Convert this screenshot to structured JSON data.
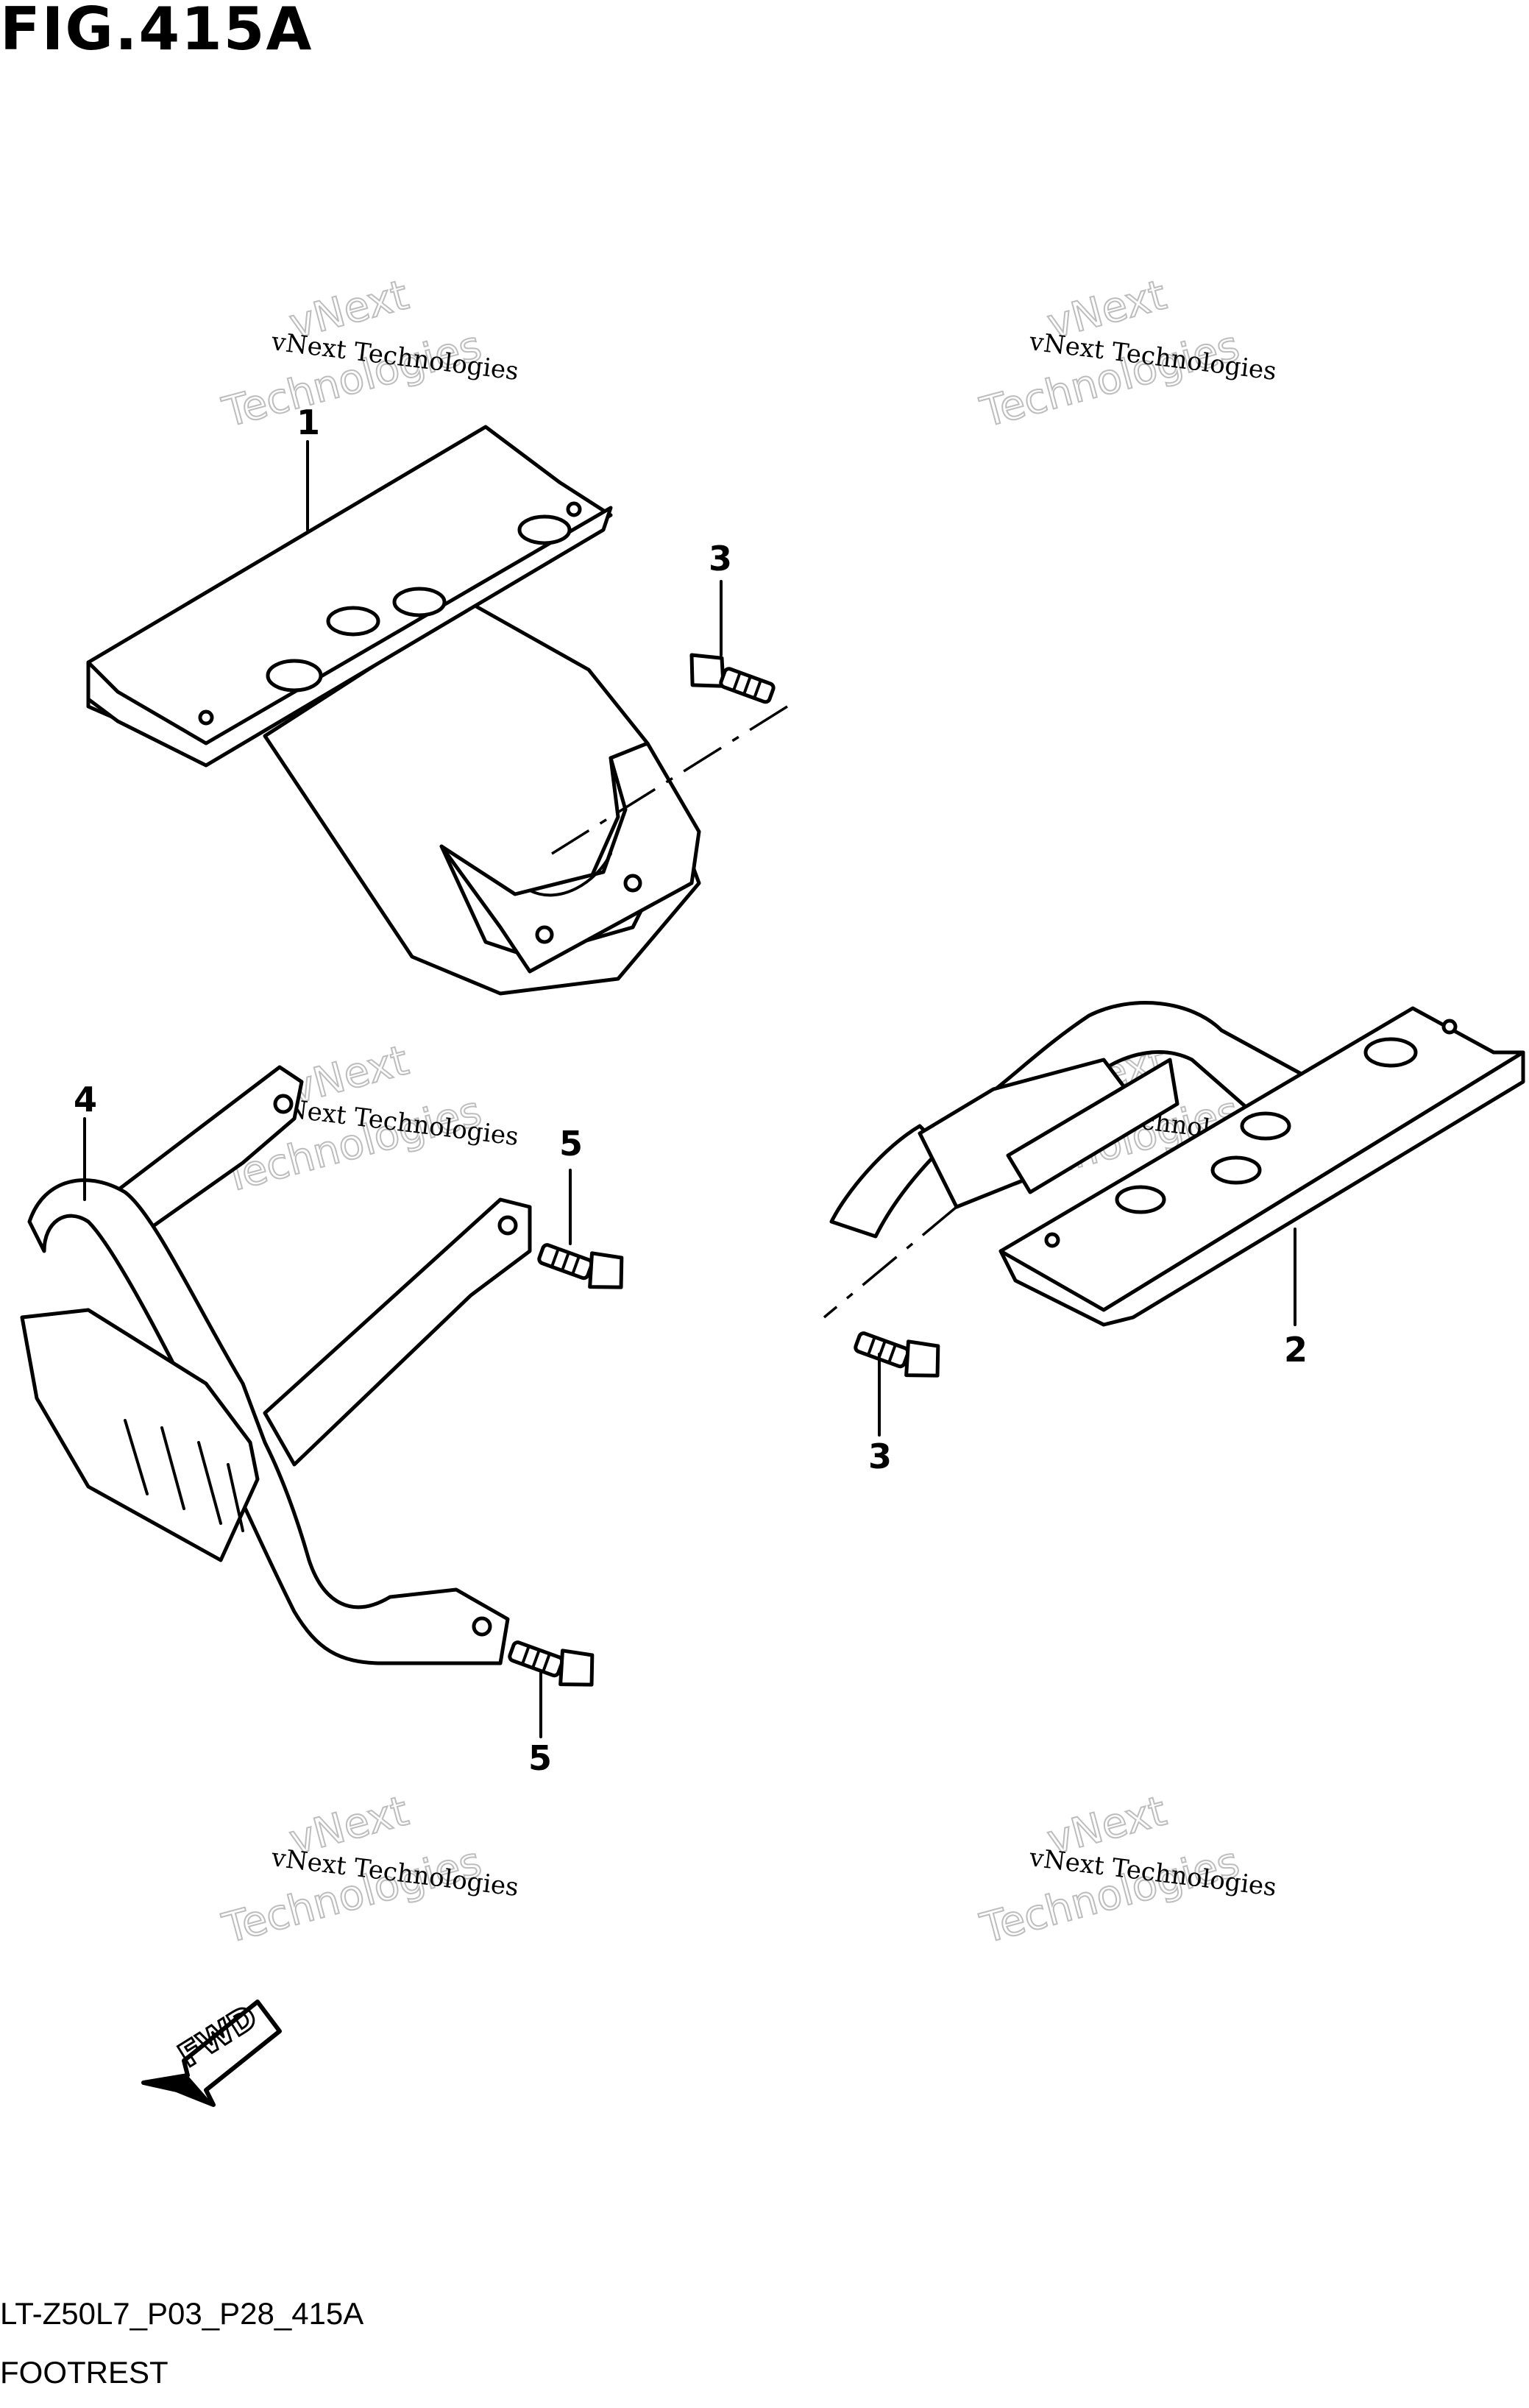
{
  "figure": {
    "title": "FIG.415A",
    "code": "LT-Z50L7_P03_P28_415A",
    "name": "FOOTREST"
  },
  "watermark": {
    "line1": "vNext Technologies",
    "big_top": "vNext",
    "big_bottom": "Technologies"
  },
  "callouts": {
    "part_1": "1",
    "part_2": "2",
    "part_3_top": "3",
    "part_3_bottom": "3",
    "part_4": "4",
    "part_5_top": "5",
    "part_5_bottom": "5"
  },
  "fwd_label": "FWD",
  "icons": [
    "fwd-arrow-icon",
    "bolt-icon"
  ]
}
